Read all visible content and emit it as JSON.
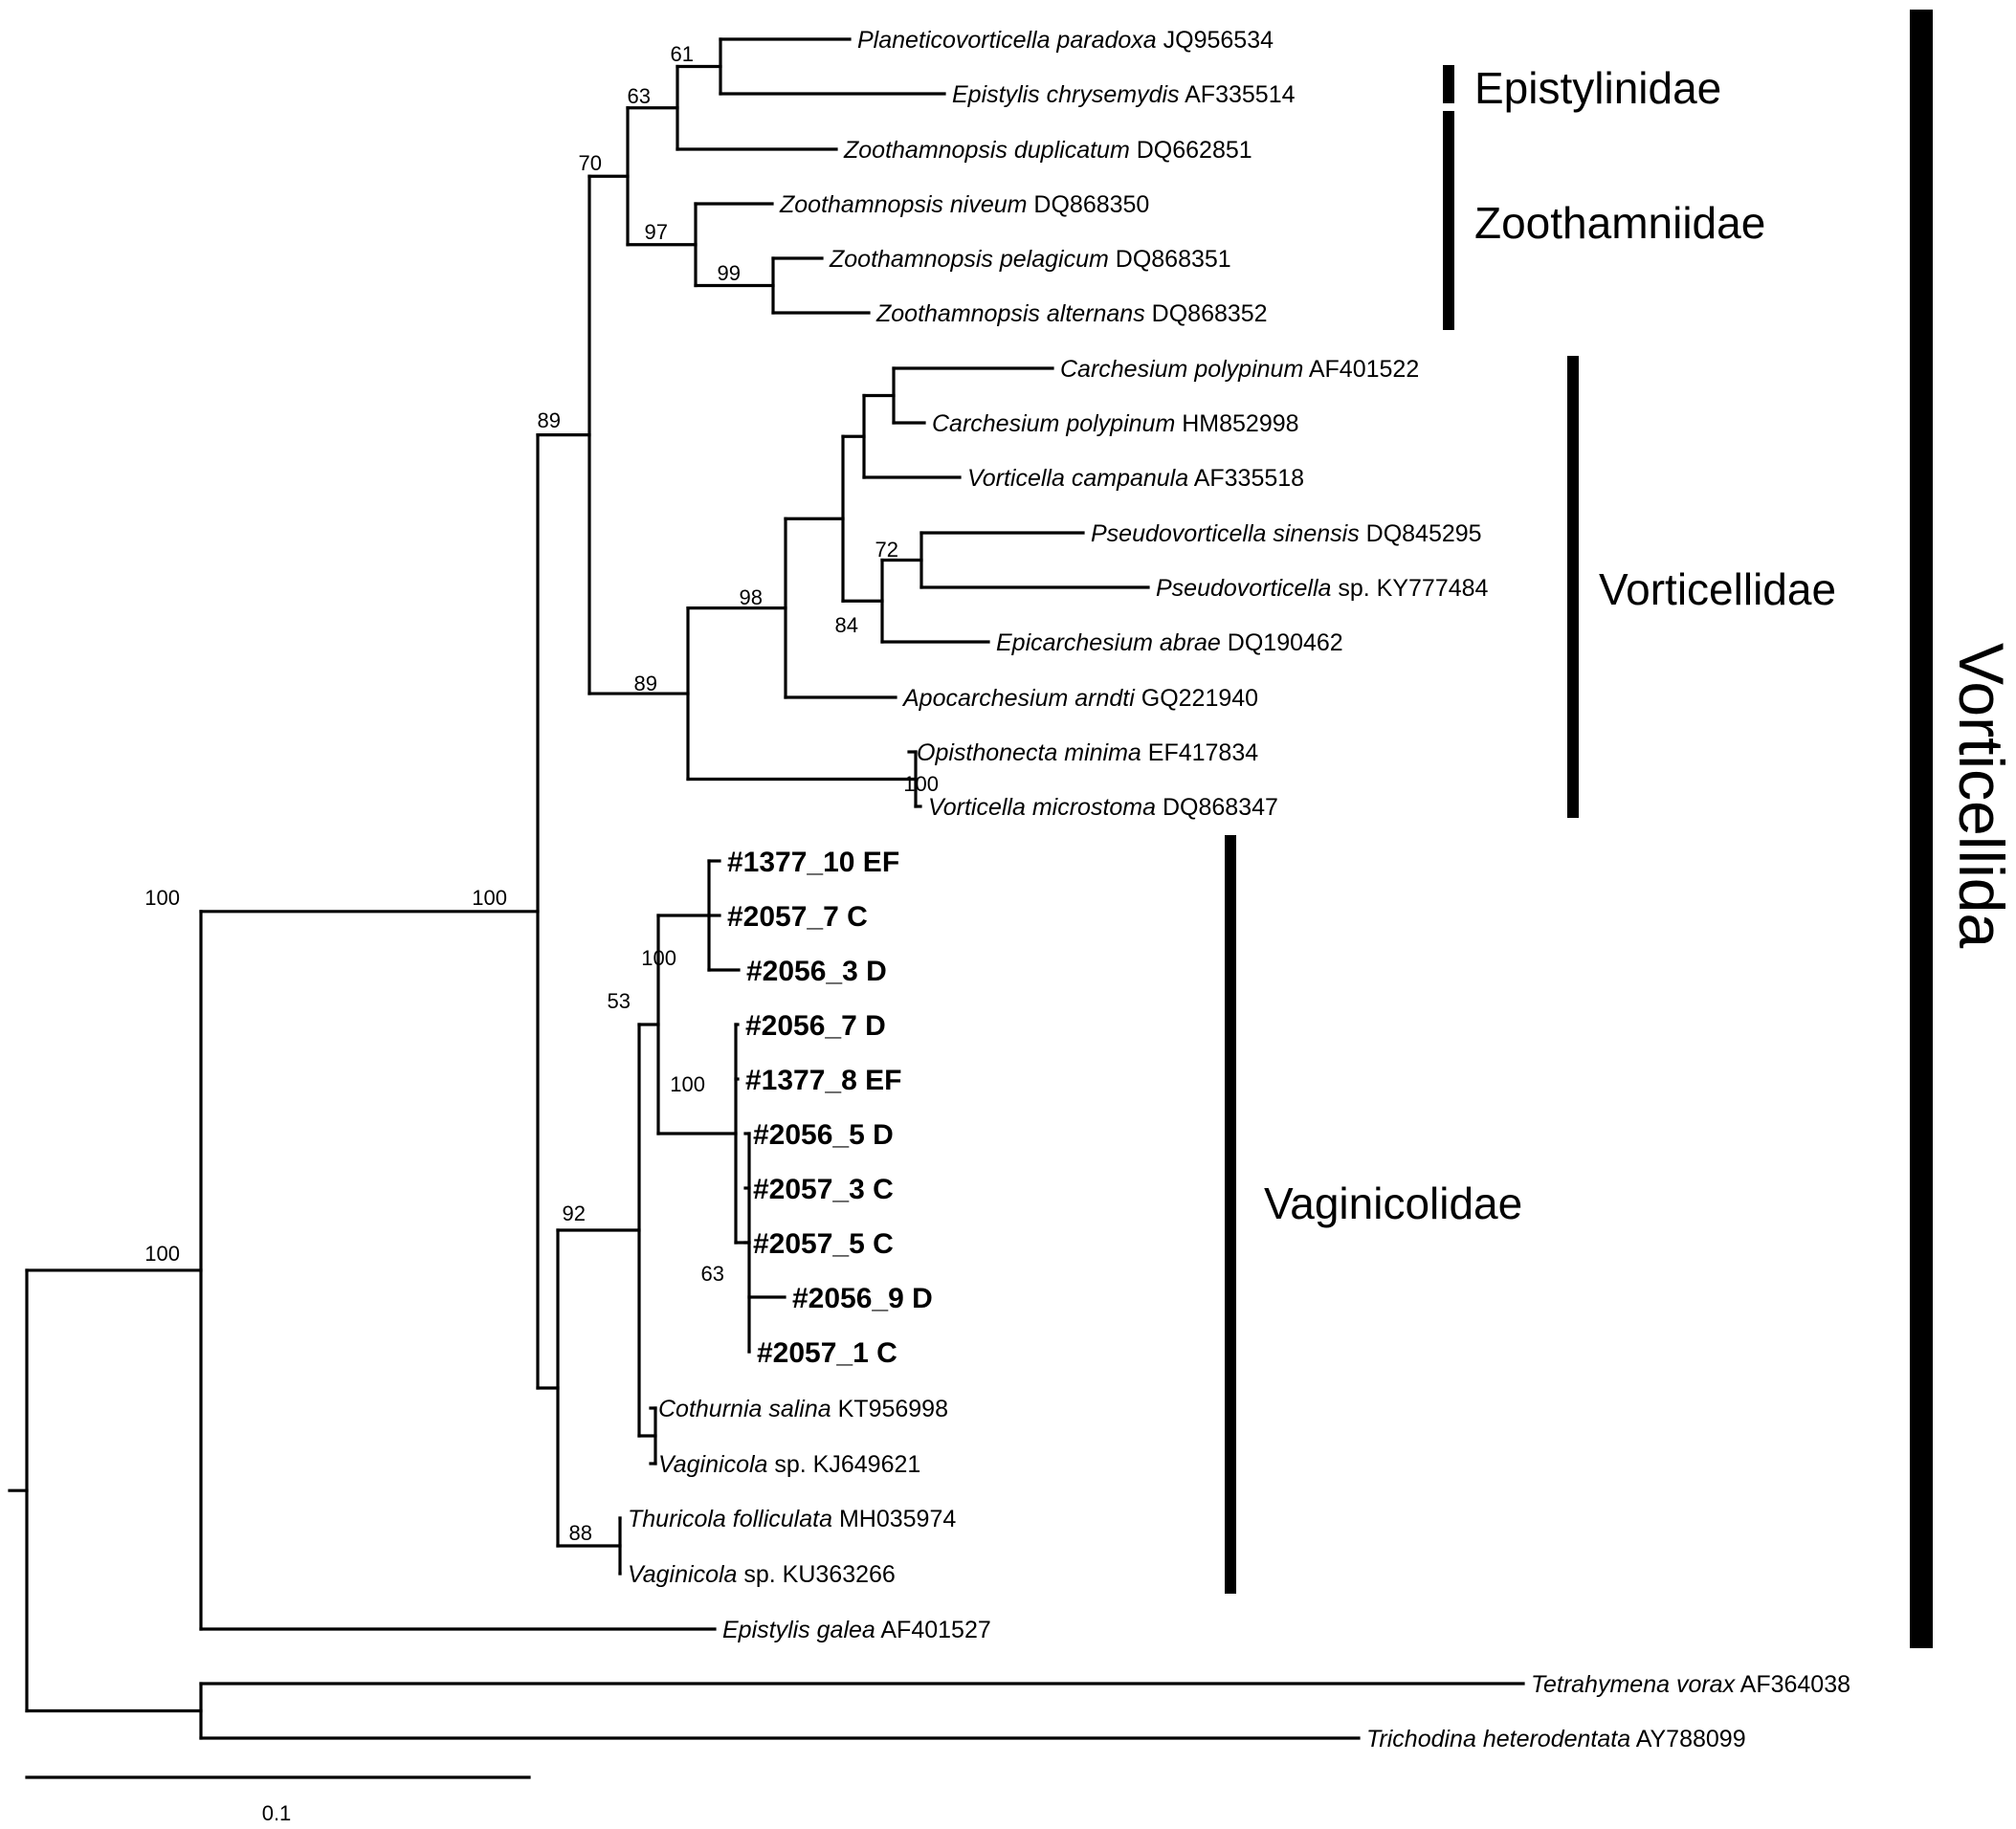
{
  "tips": [
    {
      "species": "Planeticovorticella paradoxa",
      "accession": "JQ956534"
    },
    {
      "species": "Epistylis chrysemydis",
      "accession": "AF335514"
    },
    {
      "species": "Zoothamnopsis duplicatum",
      "accession": "DQ662851"
    },
    {
      "species": "Zoothamnopsis niveum",
      "accession": "DQ868350"
    },
    {
      "species": "Zoothamnopsis pelagicum",
      "accession": "DQ868351"
    },
    {
      "species": "Zoothamnopsis alternans",
      "accession": "DQ868352"
    },
    {
      "species": "Carchesium polypinum",
      "accession": "AF401522"
    },
    {
      "species": "Carchesium polypinum",
      "accession": "HM852998"
    },
    {
      "species": "Vorticella campanula",
      "accession": "AF335518"
    },
    {
      "species": "Pseudovorticella sinensis",
      "accession": "DQ845295"
    },
    {
      "species": "Pseudovorticella",
      "accession": "sp. KY777484"
    },
    {
      "species": "Epicarchesium abrae",
      "accession": "DQ190462"
    },
    {
      "species": "Apocarchesium arndti",
      "accession": "GQ221940"
    },
    {
      "species": "Opisthonecta minima",
      "accession": "EF417834"
    },
    {
      "species": "Vorticella microstoma",
      "accession": "DQ868347"
    },
    {
      "label": "#1377_10 EF"
    },
    {
      "label": "#2057_7 C"
    },
    {
      "label": "#2056_3 D"
    },
    {
      "label": "#2056_7 D"
    },
    {
      "label": "#1377_8 EF"
    },
    {
      "label": "#2056_5 D"
    },
    {
      "label": "#2057_3 C"
    },
    {
      "label": "#2057_5 C"
    },
    {
      "label": "#2056_9 D"
    },
    {
      "label": "#2057_1 C"
    },
    {
      "species": "Cothurnia salina",
      "accession": "KT956998"
    },
    {
      "species": "Vaginicola",
      "accession": "sp. KJ649621"
    },
    {
      "species": "Thuricola folliculata",
      "accession": "MH035974"
    },
    {
      "species": "Vaginicola",
      "accession": "sp. KU363266"
    },
    {
      "species": "Epistylis galea",
      "accession": "AF401527"
    },
    {
      "species": "Tetrahymena vorax",
      "accession": "AF364038"
    },
    {
      "species": "Trichodina heterodentata",
      "accession": "AY788099"
    }
  ],
  "support_values": [
    "61",
    "63",
    "70",
    "97",
    "99",
    "89",
    "72",
    "84",
    "98",
    "89",
    "100",
    "100",
    "100",
    "53",
    "100",
    "63",
    "92",
    "88",
    "100",
    "100"
  ],
  "clades": [
    {
      "name": "Epistylinidae"
    },
    {
      "name": "Zoothamniidae"
    },
    {
      "name": "Vorticellidae"
    },
    {
      "name": "Vaginicolidae"
    }
  ],
  "order": {
    "name": "Vorticellida"
  },
  "scale_bar": {
    "label": "0.1"
  }
}
